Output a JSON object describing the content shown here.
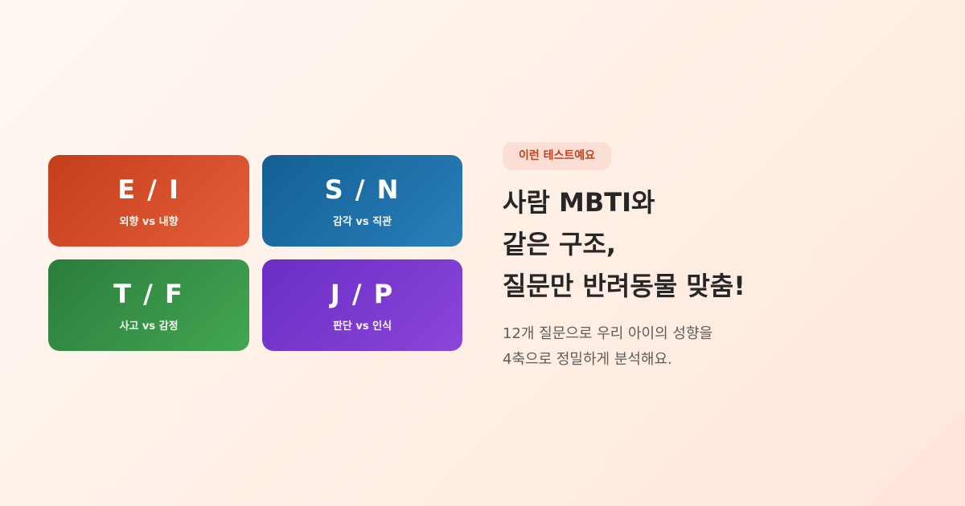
{
  "cards": [
    {
      "title": "E / I",
      "subtitle": "외향 vs 내향",
      "color": "#d24c28"
    },
    {
      "title": "S / N",
      "subtitle": "감각 vs 직관",
      "color": "#1d6fa6"
    },
    {
      "title": "T / F",
      "subtitle": "사고 vs 감정",
      "color": "#379248"
    },
    {
      "title": "J / P",
      "subtitle": "판단 vs 인식",
      "color": "#7a3acf"
    }
  ],
  "badge": {
    "label": "이런 테스트예요",
    "color": "#c8401c"
  },
  "headline": {
    "line1": "사람 MBTI와",
    "line2": "같은 구조,",
    "line3": "질문만 반려동물 맞춤!"
  },
  "description": {
    "line1": "12개 질문으로 우리 아이의 성향을",
    "line2": "4축으로 정밀하게 분석해요."
  }
}
